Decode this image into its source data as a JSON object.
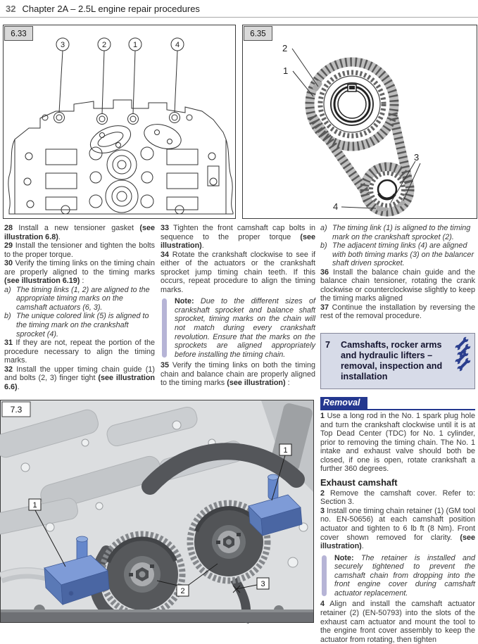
{
  "header": {
    "page_number": "32",
    "chapter_title": "Chapter 2A – 2.5L engine repair procedures"
  },
  "figures": {
    "f633": {
      "label": "6.33",
      "callout_3": "3",
      "callout_2": "2",
      "callout_1": "1",
      "callout_4": "4"
    },
    "f635": {
      "label": "6.35",
      "callout_2": "2",
      "callout_1": "1",
      "callout_3": "3",
      "callout_4": "4"
    },
    "f73": {
      "label": "7.3",
      "callout_left_1": "1",
      "callout_right_1": "1",
      "callout_2": "2",
      "callout_3": "3"
    }
  },
  "col1": {
    "p28": [
      {
        "t": "28",
        "s": "b"
      },
      {
        "t": " Install a new tensioner gasket "
      },
      {
        "t": "(see illustration 6.8)",
        "s": "b"
      },
      {
        "t": "."
      }
    ],
    "p29": [
      {
        "t": "29",
        "s": "b"
      },
      {
        "t": " Install the tensioner and tighten the bolts to the proper torque."
      }
    ],
    "p30": [
      {
        "t": "30",
        "s": "b"
      },
      {
        "t": " Verify the timing links on the timing chain are properly aligned to the timing marks "
      },
      {
        "t": "(see illustration 6.19)",
        "s": "b"
      },
      {
        "t": " :"
      }
    ],
    "li_a_marker": "a)",
    "li_a": [
      {
        "t": "The timing links (1, 2) are aligned to the appropriate timing marks on the camshaft actuators (6, 3).",
        "s": "i"
      }
    ],
    "li_b_marker": "b)",
    "li_b": [
      {
        "t": "The unique colored link (5) is aligned to the timing mark on the crankshaft sprocket (4).",
        "s": "i"
      }
    ],
    "p31": [
      {
        "t": "31",
        "s": "b"
      },
      {
        "t": " If they are not, repeat the portion of the procedure necessary to align the timing marks."
      }
    ],
    "p32": [
      {
        "t": "32",
        "s": "b"
      },
      {
        "t": " Install the upper timing chain guide (1) and bolts (2, 3) finger tight "
      },
      {
        "t": "(see illustration 6.6)",
        "s": "b"
      },
      {
        "t": "."
      }
    ]
  },
  "col2": {
    "p33": [
      {
        "t": "33",
        "s": "b"
      },
      {
        "t": " Tighten the front camshaft cap bolts in sequence to the proper torque "
      },
      {
        "t": "(see illustration)",
        "s": "b"
      },
      {
        "t": "."
      }
    ],
    "p34": [
      {
        "t": "34",
        "s": "b"
      },
      {
        "t": " Rotate the crankshaft clockwise to see if either of the actuators or the crankshaft sprocket jump timing chain teeth. If this occurs, repeat procedure to align the timing marks."
      }
    ],
    "note": [
      {
        "t": "Note: ",
        "s": "b"
      },
      {
        "t": "Due to the different sizes of crankshaft sprocket and balance shaft sprocket, timing marks on the chain will not match during every crankshaft revolution. Ensure that the marks on the sprockets are aligned appropriately before installing the timing chain.",
        "s": "i"
      }
    ],
    "p35": [
      {
        "t": "35",
        "s": "b"
      },
      {
        "t": " Verify the timing links on both the timing chain and balance chain are properly aligned to the timing marks "
      },
      {
        "t": "(see illustration)",
        "s": "b"
      },
      {
        "t": " :"
      }
    ]
  },
  "col3": {
    "li_a_marker": "a)",
    "li_a": [
      {
        "t": "The timing link (1) is aligned to the timing mark on the crankshaft sprocket (2).",
        "s": "i"
      }
    ],
    "li_b_marker": "b)",
    "li_b": [
      {
        "t": "The adjacent timing links (4) are aligned with both timing marks (3) on the balancer shaft driven sprocket.",
        "s": "i"
      }
    ],
    "p36": [
      {
        "t": "36",
        "s": "b"
      },
      {
        "t": " Install the balance chain guide and the balance chain tensioner, rotating the crank clockwise or counterclockwise slightly to keep the timing marks aligned"
      }
    ],
    "p37": [
      {
        "t": "37",
        "s": "b"
      },
      {
        "t": " Continue the installation by reversing the rest of the removal procedure."
      }
    ],
    "section7": {
      "number": "7",
      "title": "Camshafts, rocker arms and hydraulic lifters – removal, inspection and installation"
    },
    "removal_label": "Removal",
    "p1": [
      {
        "t": "1",
        "s": "b"
      },
      {
        "t": " Use a long rod in the No. 1 spark plug hole and turn the crankshaft clockwise until it is at Top Dead Center (TDC) for No. 1 cylinder, prior to removing the timing chain. The No. 1 intake and exhaust valve should both be closed, if one is open, rotate crankshaft a further 360 degrees."
      }
    ],
    "exhaust_heading": "Exhaust camshaft",
    "p2": [
      {
        "t": "2",
        "s": "b"
      },
      {
        "t": " Remove the camshaft cover. Refer to: Section 3."
      }
    ],
    "p3": [
      {
        "t": "3",
        "s": "b"
      },
      {
        "t": " Install one timing chain retainer (1) (GM tool no. EN-50656) at each camshaft position actuator and tighten to 6 lb ft (8 Nm). Front cover shown removed for clarity. "
      },
      {
        "t": "(see illustration)",
        "s": "b"
      },
      {
        "t": "."
      }
    ],
    "note": [
      {
        "t": "Note: ",
        "s": "b"
      },
      {
        "t": "The retainer is installed and securely tightened to prevent the camshaft chain from dropping into the front engine cover during camshaft actuator replacement.",
        "s": "i"
      }
    ],
    "p4": [
      {
        "t": "4",
        "s": "b"
      },
      {
        "t": " Align and install the camshaft actuator retainer (2) (EN-50793) into the slots of the exhaust cam actuator and mount the tool to the engine front cover assembly to keep the actuator from rotating, then tighten"
      }
    ]
  },
  "colors": {
    "navy": "#24388f",
    "section_bg": "#d7dbe8",
    "note_bar": "#b6b4d6",
    "tool_blue": "#6787c8"
  }
}
